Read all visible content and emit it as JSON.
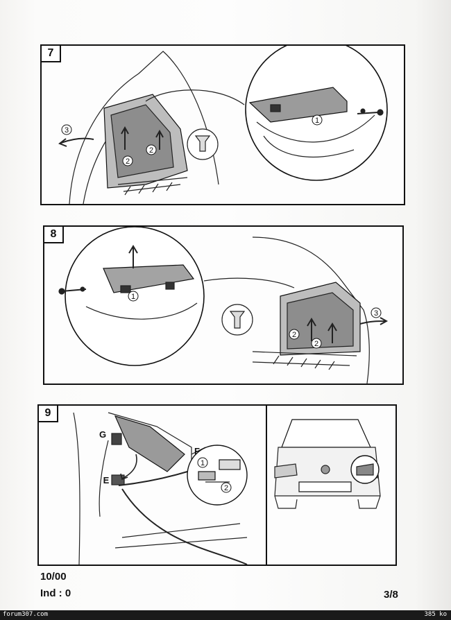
{
  "steps": [
    {
      "number": "7",
      "callouts": [
        "1",
        "2",
        "2",
        "3"
      ]
    },
    {
      "number": "8",
      "callouts": [
        "1",
        "2",
        "2",
        "3"
      ]
    },
    {
      "number": "9",
      "callouts": [
        "1",
        "2"
      ],
      "connectors": [
        "G",
        "F",
        "E"
      ]
    }
  ],
  "footer": {
    "date": "10/00",
    "index": "Ind : 0",
    "page": "3/8"
  },
  "watermark": {
    "site": "forum307.com",
    "size": "385 ko"
  }
}
